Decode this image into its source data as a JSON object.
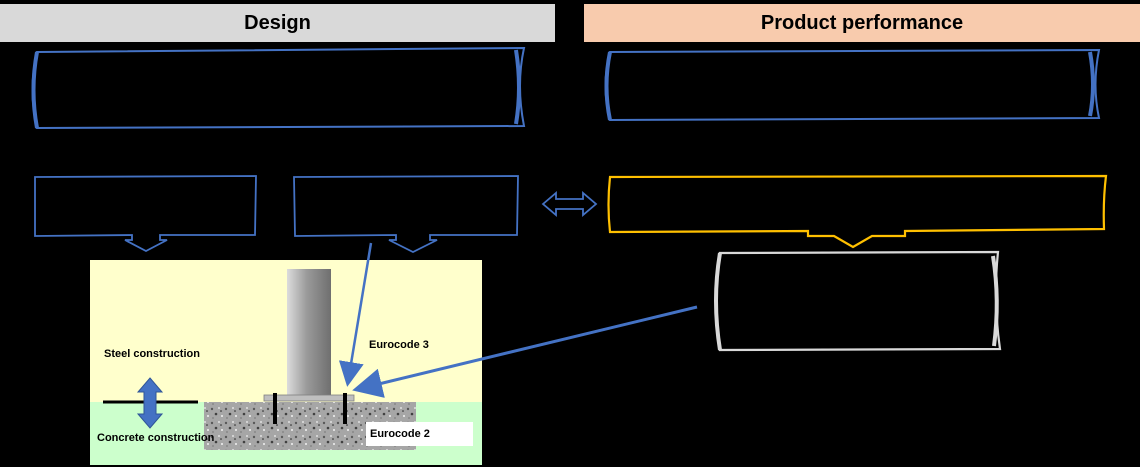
{
  "headers": {
    "design": "Design",
    "product_performance": "Product performance"
  },
  "illustration": {
    "steel_construction": "Steel construction",
    "concrete_construction": "Concrete construction",
    "eurocode_3": "Eurocode 3",
    "eurocode_2": "Eurocode 2"
  },
  "colors": {
    "outline_blue": "#4472c4",
    "outline_orange": "#ffc000",
    "outline_grey": "#d9d9d9",
    "design_header": "#d9d9d9",
    "performance_header": "#f8cbad",
    "steel_zone": "#ffffcc",
    "concrete_zone": "#ccffcc"
  }
}
